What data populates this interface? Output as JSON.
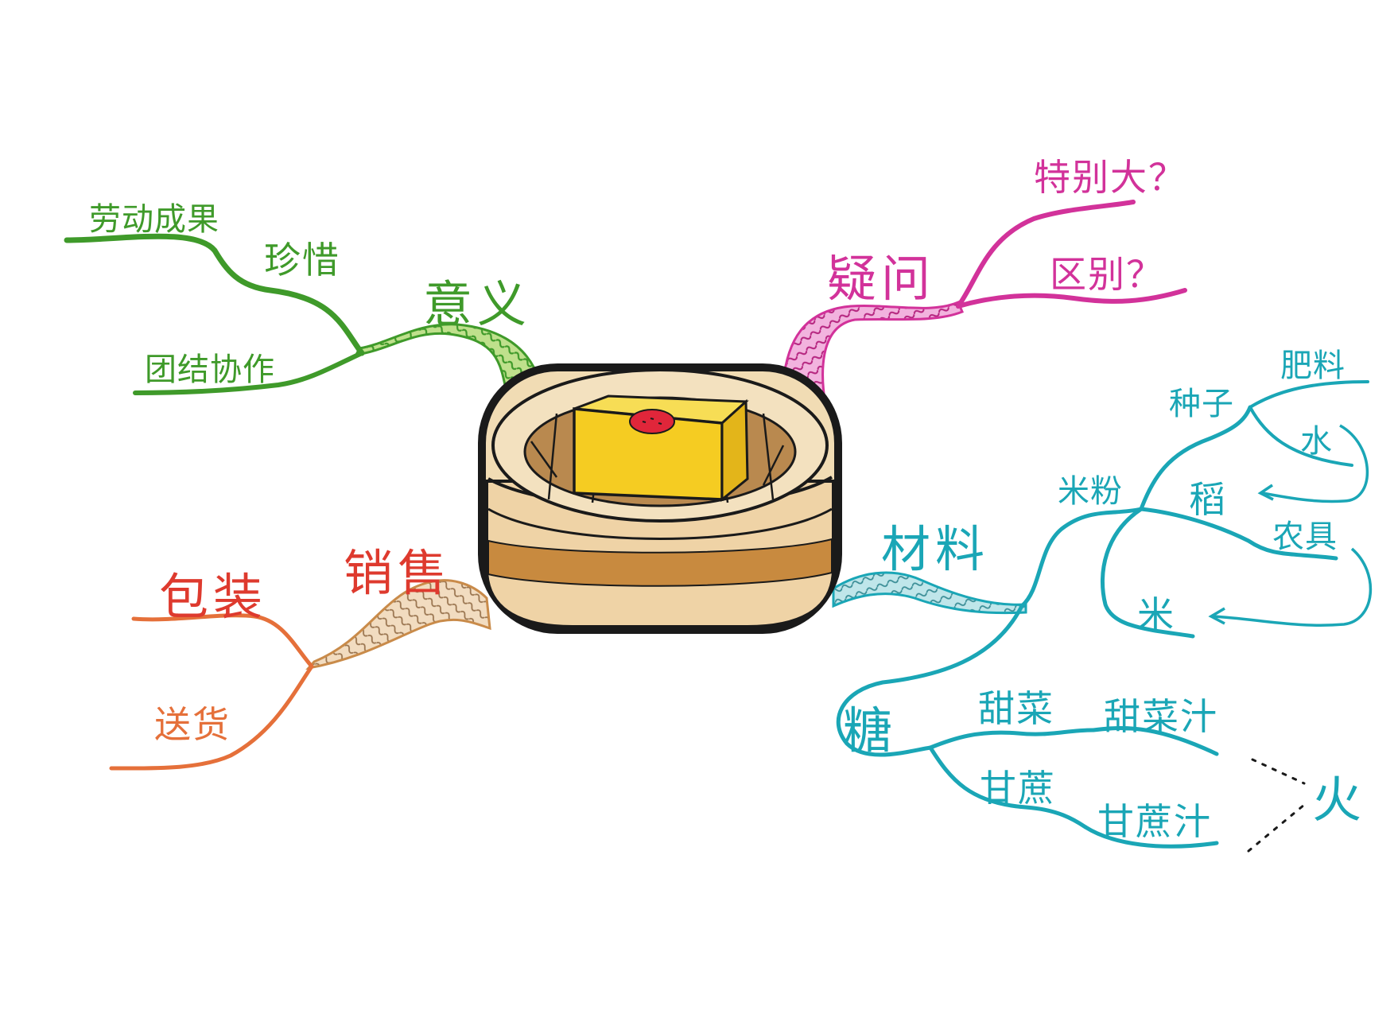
{
  "colors": {
    "green": "#3f9a2a",
    "pink": "#d2329a",
    "orange": "#e5703a",
    "red": "#de3a2e",
    "cyan": "#1aa6b6",
    "outline": "#1a1a1a",
    "steamer_wood": "#f1dcb4",
    "steamer_band": "#c88a3f",
    "cake_yellow": "#f5cc22",
    "cake_stamp": "#e0263a"
  },
  "center": {
    "image": "steamer-with-rice-cake-drawing"
  },
  "branches": {
    "meaning": {
      "label": "意义",
      "children": {
        "treasure": "珍惜",
        "labor_results": "劳动成果",
        "teamwork": "团结协作"
      }
    },
    "questions": {
      "label": "疑问",
      "children": {
        "especially_big": "特别大？",
        "difference": "区别？"
      }
    },
    "sales": {
      "label": "销售",
      "children": {
        "packaging": "包装",
        "delivery": "送货"
      }
    },
    "materials": {
      "label": "材料",
      "rice_flour": {
        "label": "米粉",
        "seed": "种子",
        "fertilizer": "肥料",
        "water": "水",
        "rice_plant": "稻",
        "tools": "农具",
        "rice": "米"
      },
      "sugar": {
        "label": "糖",
        "sugar_beet": "甜菜",
        "sugar_beet_juice": "甜菜汁",
        "sugarcane": "甘蔗",
        "sugarcane_juice": "甘蔗汁",
        "fire": "火"
      }
    }
  }
}
